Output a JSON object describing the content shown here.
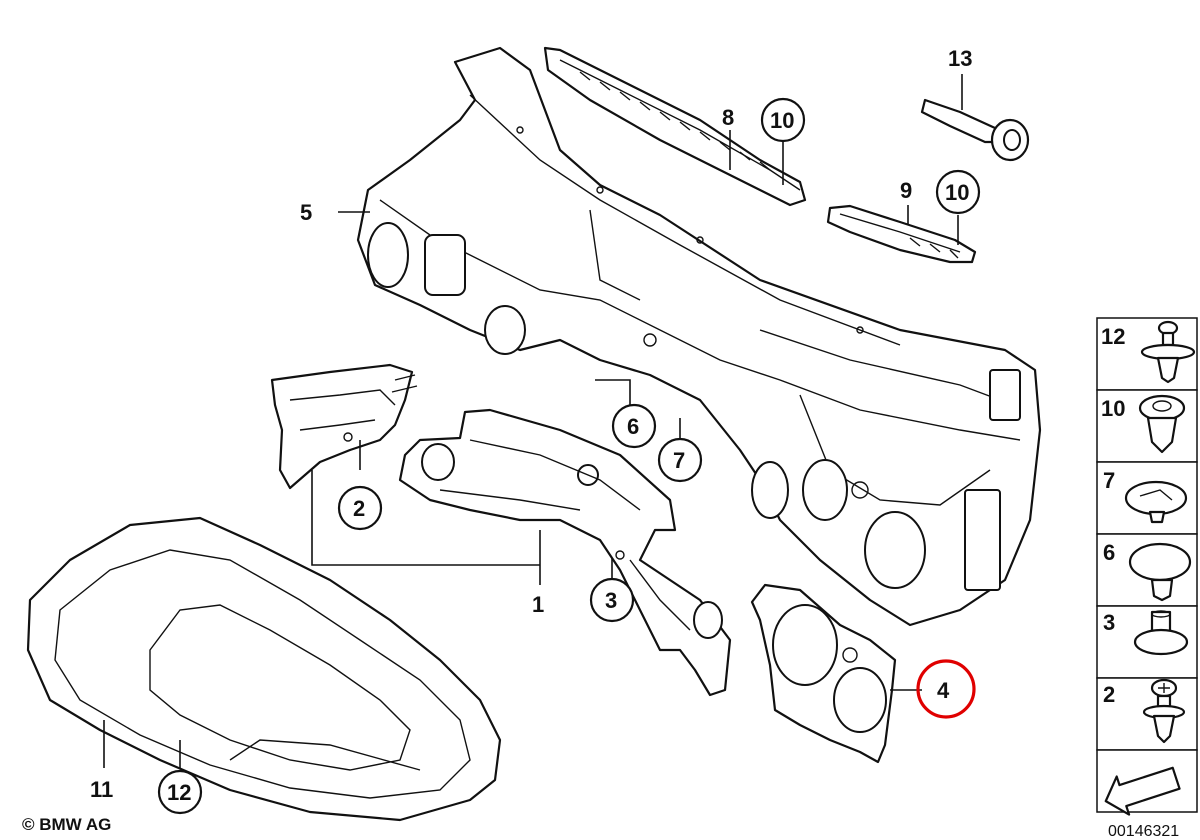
{
  "callouts": {
    "c1": "1",
    "c2": "2",
    "c3": "3",
    "c4": "4",
    "c5": "5",
    "c6": "6",
    "c7": "7",
    "c8": "8",
    "c9": "9",
    "c10a": "10",
    "c10b": "10",
    "c11": "11",
    "c12": "12",
    "c13": "13"
  },
  "legend": [
    "12",
    "10",
    "7",
    "6",
    "3",
    "2"
  ],
  "copyright": "© BMW AG",
  "diagram_number": "00146321",
  "highlight_color": "#e00000"
}
